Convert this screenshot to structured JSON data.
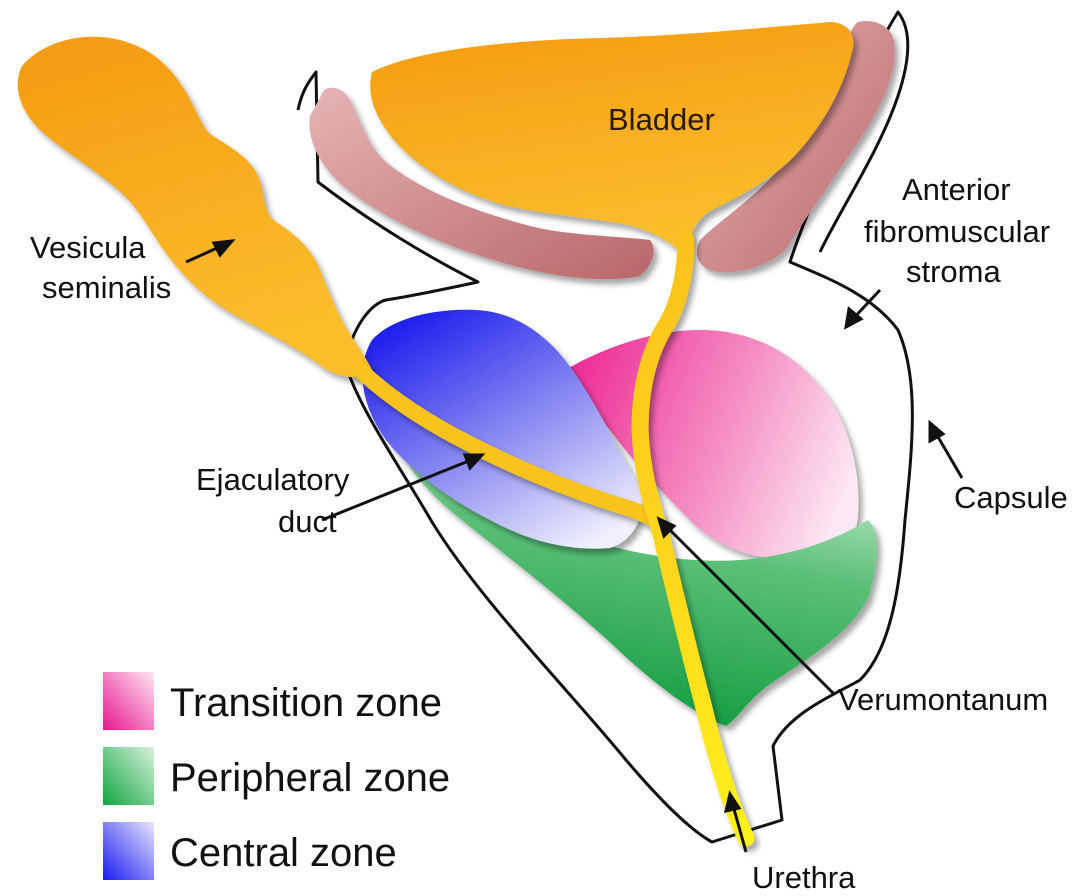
{
  "labels": {
    "bladder": "Bladder",
    "vesicula_1": "Vesicula",
    "vesicula_2": "seminalis",
    "anterior_1": "Anterior",
    "anterior_2": "fibromuscular",
    "anterior_3": "stroma",
    "ejaculatory_1": "Ejaculatory",
    "ejaculatory_2": "duct",
    "capsule": "Capsule",
    "verumontanum": "Verumontanum",
    "urethra": "Urethra"
  },
  "legend": {
    "items": [
      {
        "label": "Transition zone",
        "color_dark": "#e8168f",
        "color_light": "#fde6f2"
      },
      {
        "label": "Peripheral zone",
        "color_dark": "#10a640",
        "color_light": "#d8f1dc"
      },
      {
        "label": "Central zone",
        "color_dark": "#1a1af0",
        "color_light": "#e6e6fb"
      }
    ]
  },
  "colors": {
    "orange": "#f7a21b",
    "duct": "#ffcc1a",
    "urethra_lower": "#ffee1a",
    "muscle": "#c87c7e",
    "capsule_line": "#111111"
  }
}
